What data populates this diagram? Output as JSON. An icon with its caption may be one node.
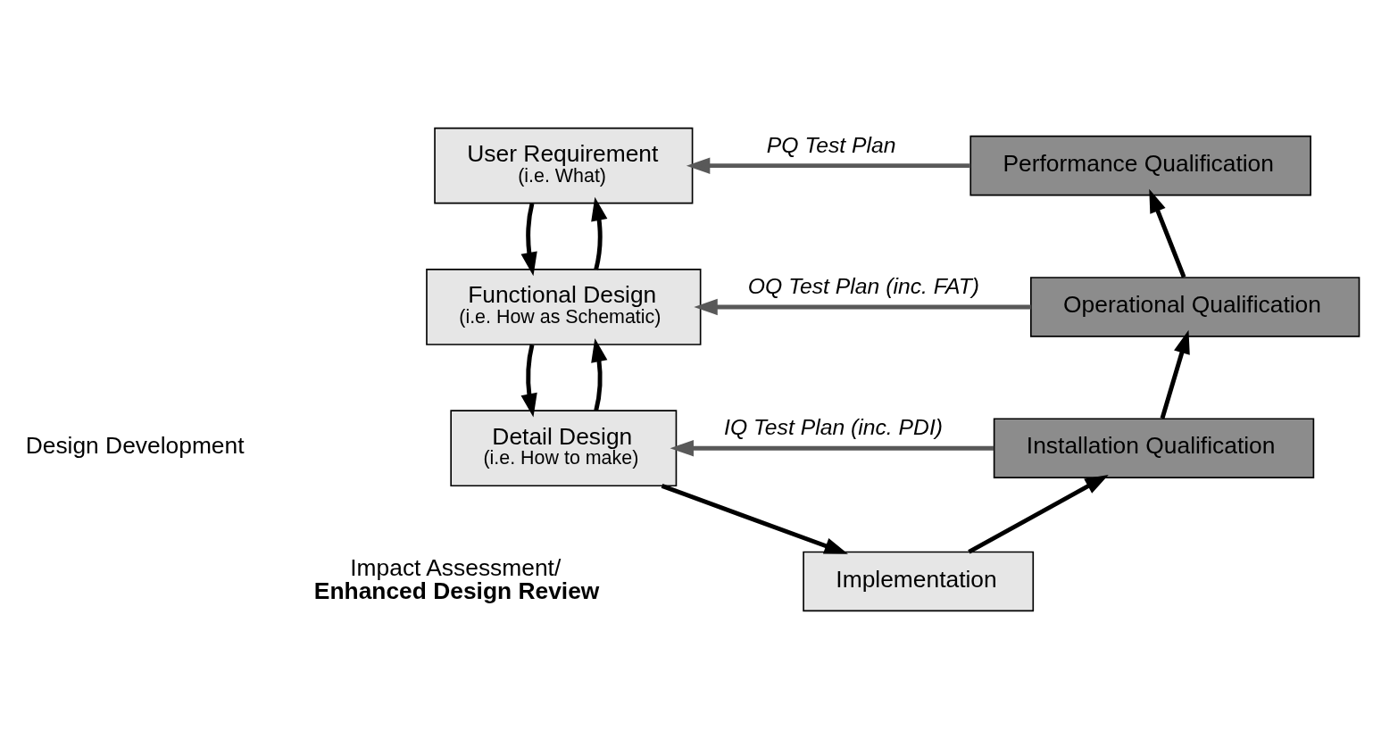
{
  "diagram": {
    "nodes": [
      {
        "text": [
          "User Requirement",
          "(i.e. What)"
        ]
      },
      {
        "text": [
          "Functional Design",
          "(i.e. How as Schematic)"
        ]
      },
      {
        "text": [
          "Detail Design",
          "(i.e. How to make)"
        ]
      },
      {
        "text": [
          "Implementation"
        ]
      },
      {
        "text": [
          "Installation Qualification"
        ]
      },
      {
        "text": [
          "Operational Qualification"
        ]
      },
      {
        "text": [
          "Performance Qualification"
        ]
      }
    ],
    "edges": [
      {
        "from": 6,
        "to": 0,
        "arrow": "to",
        "label": "PQ Test Plan",
        "color": "#595959"
      },
      {
        "from": 5,
        "to": 1,
        "arrow": "to",
        "label": "OQ Test Plan (inc. FAT)",
        "color": "#595959"
      },
      {
        "from": 4,
        "to": 2,
        "arrow": "to",
        "label": "IQ Test Plan (inc. PDI)",
        "color": "#595959"
      },
      {
        "from": 1,
        "to": 0,
        "arrow": "to"
      },
      {
        "from": 0,
        "to": 1,
        "arrow": "to"
      },
      {
        "from": 2,
        "to": 1,
        "arrow": "to"
      },
      {
        "from": 1,
        "to": 2,
        "arrow": "to"
      },
      {
        "from": 2,
        "to": 3,
        "arrow": "to"
      },
      {
        "from": 3,
        "to": 4,
        "arrow": "to"
      },
      {
        "from": 4,
        "to": 5,
        "arrow": "to"
      },
      {
        "from": 5,
        "to": 6,
        "arrow": "to"
      }
    ],
    "labels": [
      "Design Development",
      "Impact Assessment/ **Enhanced Design Review**"
    ]
  }
}
